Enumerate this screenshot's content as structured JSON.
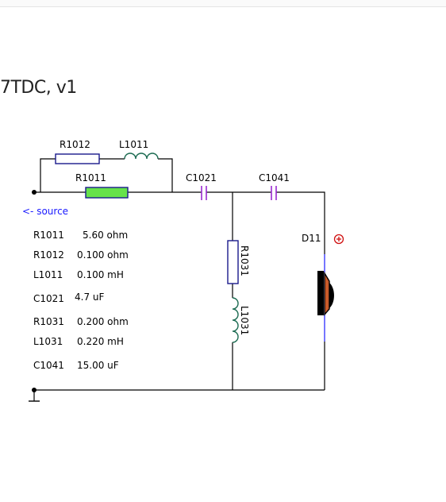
{
  "title": "7TDC, v1",
  "source_label": "<- source",
  "labels": {
    "r1012": "R1012",
    "l1011": "L1011",
    "r1011": "R1011",
    "c1021": "C1021",
    "c1041": "C1041",
    "r1031": "R1031",
    "l1031": "L1031",
    "d11": "D11"
  },
  "component_values": [
    {
      "name": "R1011",
      "value": "5.60 ohm"
    },
    {
      "name": "R1012",
      "value": "0.100 ohm"
    },
    {
      "name": "L1011",
      "value": "0.100 mH"
    },
    {
      "name": "C1021",
      "value": "4.7 uF"
    },
    {
      "name": "R1031",
      "value": "0.200 ohm"
    },
    {
      "name": "L1031",
      "value": "0.220 mH"
    },
    {
      "name": "C1041",
      "value": "15.00 uF"
    }
  ],
  "colors": {
    "wire": "#000000",
    "resistor_outline": "#1a1a8c",
    "resistor_highlight": "#66e24a",
    "inductor": "#1a6a50",
    "capacitor": "#9a2ad0",
    "speaker_body": "#000000",
    "speaker_cone": "#c85a2a",
    "speaker_wire": "#1a1aff",
    "polarity_mark": "#d01010",
    "source_text": "#1a1aff"
  }
}
